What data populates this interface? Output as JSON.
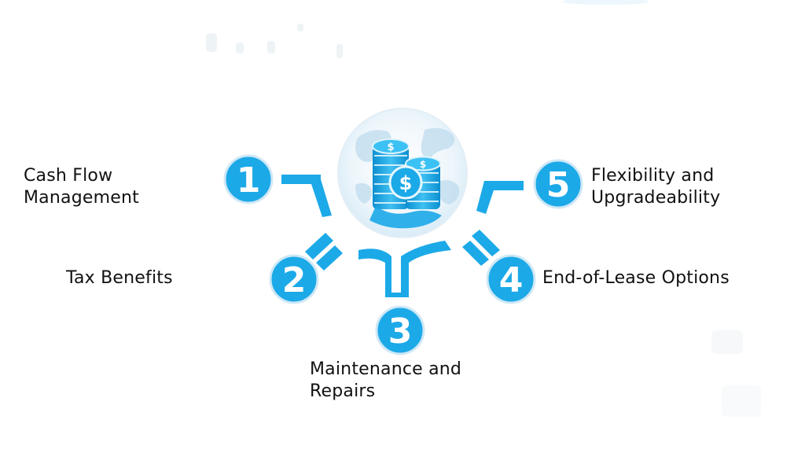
{
  "diagram": {
    "items": [
      {
        "number": "1",
        "lines": [
          "Cash Flow",
          "Management"
        ]
      },
      {
        "number": "2",
        "lines": [
          "Tax Benefits"
        ]
      },
      {
        "number": "3",
        "lines": [
          "Maintenance and",
          "Repairs"
        ]
      },
      {
        "number": "4",
        "lines": [
          "End-of-Lease Options"
        ]
      },
      {
        "number": "5",
        "lines": [
          "Flexibility and",
          "Upgradeability"
        ]
      }
    ],
    "center_icon": "globe-with-dollar-coin-stacks-icon",
    "colors": {
      "accent": "#1CA9E8",
      "accent_light": "#CFE8F6",
      "text": "#111111"
    }
  }
}
